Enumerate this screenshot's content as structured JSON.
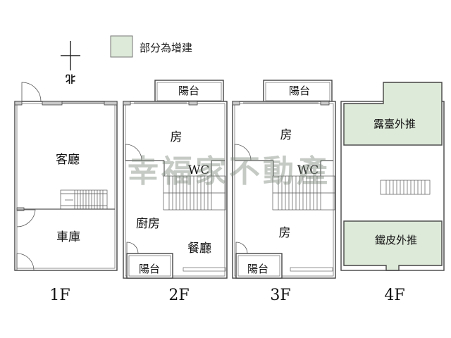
{
  "legend": {
    "label": "部分為增建",
    "swatch_color": "#dde9d9"
  },
  "north": {
    "label": "北"
  },
  "watermark": "幸福家不動產",
  "floors": {
    "f1": {
      "floor_label": "1F",
      "rooms": {
        "living": "客廳",
        "garage": "車庫"
      }
    },
    "f2": {
      "floor_label": "2F",
      "rooms": {
        "balcony_top": "陽台",
        "room": "房",
        "wc": "WC",
        "kitchen": "廚房",
        "dining": "餐廳",
        "balcony_bottom": "陽台"
      }
    },
    "f3": {
      "floor_label": "3F",
      "rooms": {
        "balcony_top": "陽台",
        "room_top": "房",
        "wc": "WC",
        "room_bottom": "房",
        "balcony_bottom": "陽台"
      }
    },
    "f4": {
      "floor_label": "4F",
      "rooms": {
        "terrace": "露臺外推",
        "iron": "鐵皮外推"
      }
    }
  }
}
